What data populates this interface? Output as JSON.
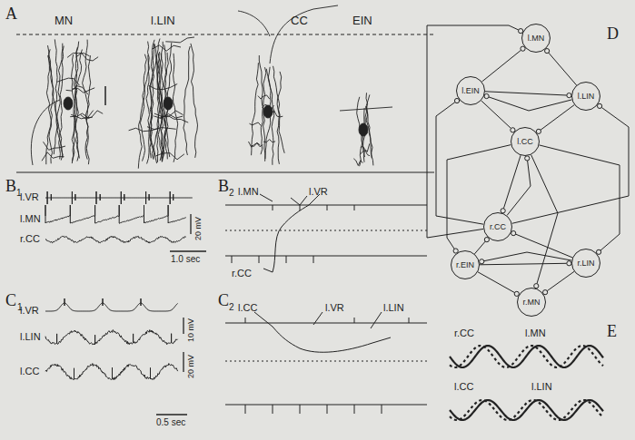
{
  "diagram": {
    "nodes": [
      {
        "text": [
          "l.MN"
        ]
      },
      {
        "text": [
          "l.EIN"
        ]
      },
      {
        "text": [
          "l.LIN"
        ]
      },
      {
        "text": [
          "l.CC"
        ]
      },
      {
        "text": [
          "r.CC"
        ]
      },
      {
        "text": [
          "r.EIN"
        ]
      },
      {
        "text": [
          "r.LIN"
        ]
      },
      {
        "text": [
          "r.MN"
        ]
      }
    ],
    "edges": [
      {
        "from": 1,
        "to": 0,
        "arrow": "to"
      },
      {
        "from": 1,
        "to": 2,
        "arrow": "to"
      },
      {
        "from": 1,
        "to": 3,
        "arrow": "to"
      },
      {
        "from": 2,
        "to": 0,
        "arrow": "to"
      },
      {
        "from": 2,
        "to": 1,
        "arrow": "to"
      },
      {
        "from": 2,
        "to": 3,
        "arrow": "to"
      },
      {
        "from": 3,
        "to": 4,
        "arrow": "to"
      },
      {
        "from": 4,
        "to": 3,
        "arrow": "to"
      },
      {
        "from": 3,
        "to": 5,
        "arrow": "to"
      },
      {
        "from": 3,
        "to": 6,
        "arrow": "to"
      },
      {
        "from": 3,
        "to": 7,
        "arrow": "to"
      },
      {
        "from": 4,
        "to": 1,
        "arrow": "to"
      },
      {
        "from": 4,
        "to": 2,
        "arrow": "to"
      },
      {
        "from": 4,
        "to": 0,
        "arrow": "to"
      },
      {
        "from": 5,
        "to": 7,
        "arrow": "to"
      },
      {
        "from": 5,
        "to": 6,
        "arrow": "to"
      },
      {
        "from": 5,
        "to": 4,
        "arrow": "to"
      },
      {
        "from": 6,
        "to": 7,
        "arrow": "to"
      },
      {
        "from": 6,
        "to": 5,
        "arrow": "to"
      },
      {
        "from": 6,
        "to": 4,
        "arrow": "to"
      }
    ],
    "labels": [
      "A",
      "MN",
      "l.LIN",
      "CC",
      "EIN",
      "B",
      "1",
      "l.VR",
      "l.MN",
      "r.CC",
      "20 mV",
      "1.0 sec",
      "B",
      "2",
      "l.MN",
      "l.VR",
      "r.CC",
      "C",
      "1",
      "l.VR",
      "l.LIN",
      "l.CC",
      "10 mV",
      "20 mV",
      "0.5 sec",
      "C",
      "2",
      "l.CC",
      "l.VR",
      "l.LIN",
      "D",
      "E",
      "r.CC",
      "l.MN",
      "l.CC",
      "l.LIN"
    ]
  }
}
